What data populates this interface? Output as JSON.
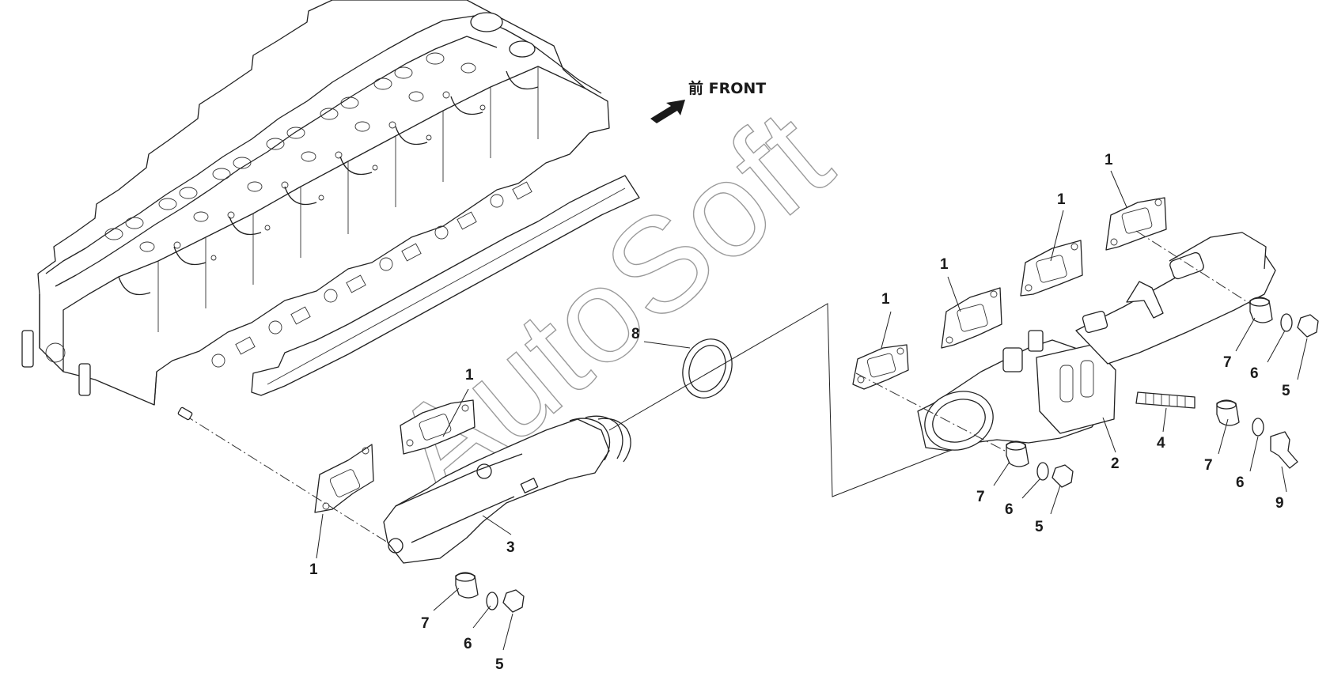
{
  "diagram": {
    "direction_label": "前 FRONT",
    "watermark": "AutoSoft",
    "callouts": [
      {
        "id": "c1a",
        "text": "1"
      },
      {
        "id": "c1b",
        "text": "1"
      },
      {
        "id": "c1c",
        "text": "1"
      },
      {
        "id": "c1d",
        "text": "1"
      },
      {
        "id": "c1e",
        "text": "1"
      },
      {
        "id": "c1f",
        "text": "1"
      },
      {
        "id": "c2",
        "text": "2"
      },
      {
        "id": "c3",
        "text": "3"
      },
      {
        "id": "c4",
        "text": "4"
      },
      {
        "id": "c5a",
        "text": "5"
      },
      {
        "id": "c5b",
        "text": "5"
      },
      {
        "id": "c5c",
        "text": "5"
      },
      {
        "id": "c6a",
        "text": "6"
      },
      {
        "id": "c6b",
        "text": "6"
      },
      {
        "id": "c6c",
        "text": "6"
      },
      {
        "id": "c6d",
        "text": "6"
      },
      {
        "id": "c7a",
        "text": "7"
      },
      {
        "id": "c7b",
        "text": "7"
      },
      {
        "id": "c7c",
        "text": "7"
      },
      {
        "id": "c7d",
        "text": "7"
      },
      {
        "id": "c8",
        "text": "8"
      },
      {
        "id": "c9",
        "text": "9"
      }
    ]
  }
}
